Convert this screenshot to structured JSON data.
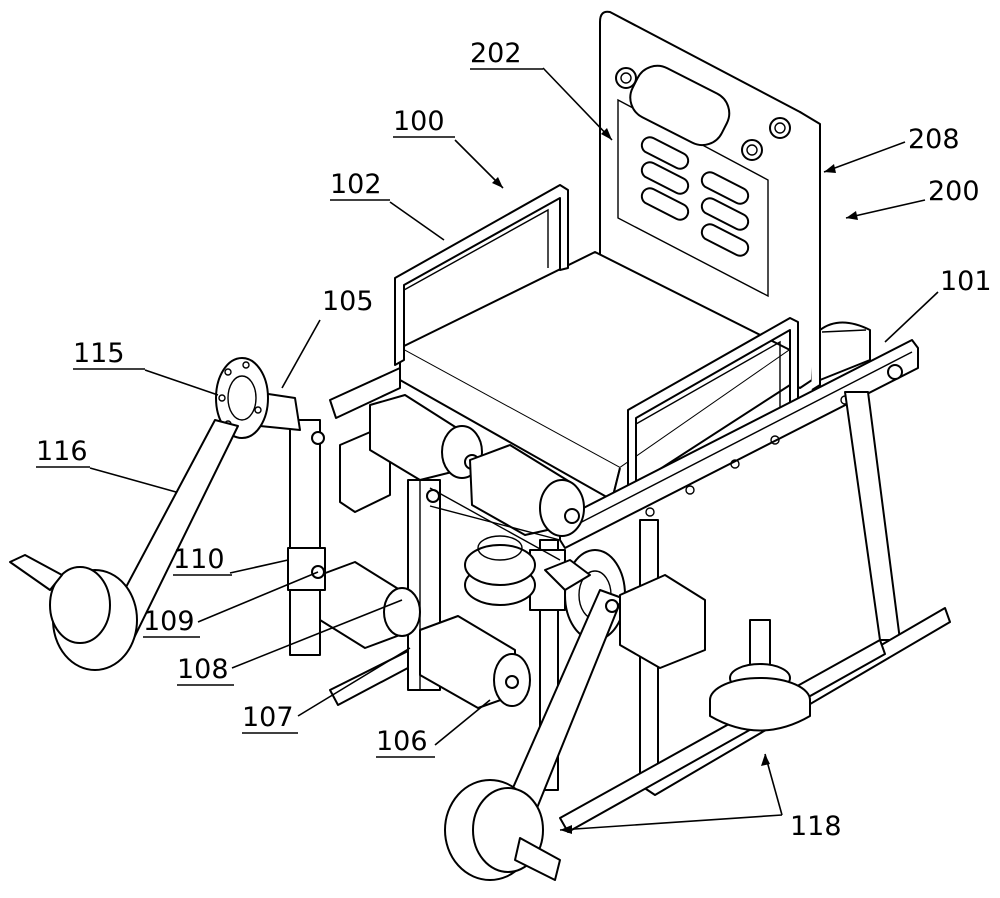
{
  "labels": {
    "l100": "100",
    "l101": "101",
    "l102": "102",
    "l105": "105",
    "l106": "106",
    "l107": "107",
    "l108": "108",
    "l109": "109",
    "l110": "110",
    "l115": "115",
    "l116": "116",
    "l118": "118",
    "l200": "200",
    "l202": "202",
    "l208": "208"
  }
}
